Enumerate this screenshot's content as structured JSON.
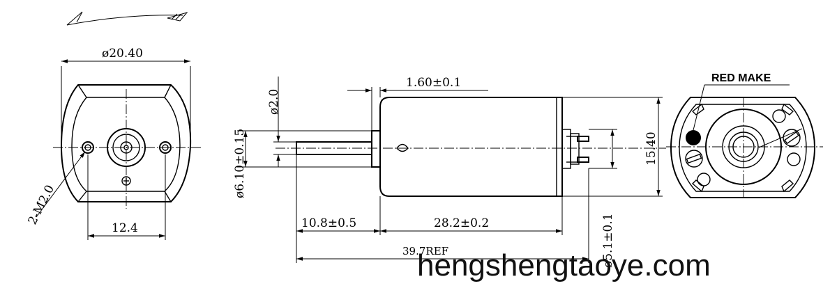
{
  "dimensions": {
    "body_diameter": "ø20.40",
    "mount_spacing": "12.4",
    "mount_thread": "2-M2.0",
    "shaft_diameter": "ø2.0",
    "boss_diameter": "ø6.10±0.15",
    "boss_length": "1.60±0.1",
    "body_height": "15.40",
    "shaft_length": "10.8±0.5",
    "body_length": "28.2±0.2",
    "overall_length": "39.7REF",
    "terminal_width": "ø5.1±0.1"
  },
  "annotations": {
    "polarity_mark": "RED MAKE"
  },
  "watermark": "hengshengtaoye.com"
}
